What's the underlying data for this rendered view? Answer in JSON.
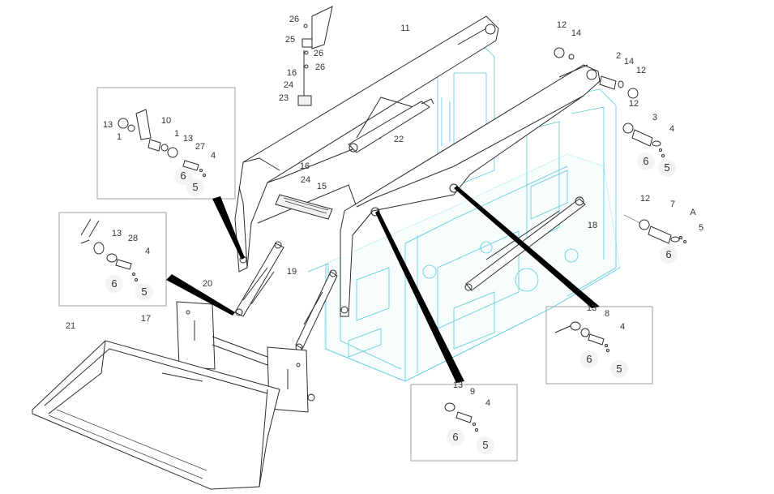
{
  "diagram": {
    "callouts": [
      {
        "id": "c26a",
        "text": "26"
      },
      {
        "id": "c25",
        "text": "25"
      },
      {
        "id": "c26b",
        "text": "26"
      },
      {
        "id": "c26c",
        "text": "26"
      },
      {
        "id": "c16a",
        "text": "16"
      },
      {
        "id": "c24a",
        "text": "24"
      },
      {
        "id": "c23",
        "text": "23"
      },
      {
        "id": "c11",
        "text": "11"
      },
      {
        "id": "c12a",
        "text": "12"
      },
      {
        "id": "c14a",
        "text": "14"
      },
      {
        "id": "c2",
        "text": "2"
      },
      {
        "id": "c14b",
        "text": "14"
      },
      {
        "id": "c12b",
        "text": "12"
      },
      {
        "id": "c12c",
        "text": "12"
      },
      {
        "id": "c3",
        "text": "3"
      },
      {
        "id": "c4a",
        "text": "4"
      },
      {
        "id": "c6a",
        "text": "6"
      },
      {
        "id": "c5a",
        "text": "5"
      },
      {
        "id": "c22",
        "text": "22"
      },
      {
        "id": "c13a",
        "text": "13"
      },
      {
        "id": "c1a",
        "text": "1"
      },
      {
        "id": "c10",
        "text": "10"
      },
      {
        "id": "c1b",
        "text": "1"
      },
      {
        "id": "c13b",
        "text": "13"
      },
      {
        "id": "c27",
        "text": "27"
      },
      {
        "id": "c4b",
        "text": "4"
      },
      {
        "id": "c6b",
        "text": "6"
      },
      {
        "id": "c5b",
        "text": "5"
      },
      {
        "id": "c16b",
        "text": "16"
      },
      {
        "id": "c24b",
        "text": "24"
      },
      {
        "id": "c15",
        "text": "15"
      },
      {
        "id": "c12d",
        "text": "12"
      },
      {
        "id": "c7",
        "text": "7"
      },
      {
        "id": "cA",
        "text": "A"
      },
      {
        "id": "c5c",
        "text": "5"
      },
      {
        "id": "c6c",
        "text": "6"
      },
      {
        "id": "c18",
        "text": "18"
      },
      {
        "id": "c13c",
        "text": "13"
      },
      {
        "id": "c28",
        "text": "28"
      },
      {
        "id": "c4c",
        "text": "4"
      },
      {
        "id": "c6d",
        "text": "6"
      },
      {
        "id": "c5d",
        "text": "5"
      },
      {
        "id": "c20",
        "text": "20"
      },
      {
        "id": "c19",
        "text": "19"
      },
      {
        "id": "c17",
        "text": "17"
      },
      {
        "id": "c21",
        "text": "21"
      },
      {
        "id": "c13d",
        "text": "13"
      },
      {
        "id": "c8",
        "text": "8"
      },
      {
        "id": "c4d",
        "text": "4"
      },
      {
        "id": "c6e",
        "text": "6"
      },
      {
        "id": "c5e",
        "text": "5"
      },
      {
        "id": "c13e",
        "text": "13"
      },
      {
        "id": "c9",
        "text": "9"
      },
      {
        "id": "c4e",
        "text": "4"
      },
      {
        "id": "c6f",
        "text": "6"
      },
      {
        "id": "c5f",
        "text": "5"
      }
    ],
    "colors": {
      "line": "#2b2b2b",
      "machine_frame": "#58c9dd",
      "detail_box": "#8a8a8a",
      "callout_bubble": "#f3f3f3"
    }
  }
}
